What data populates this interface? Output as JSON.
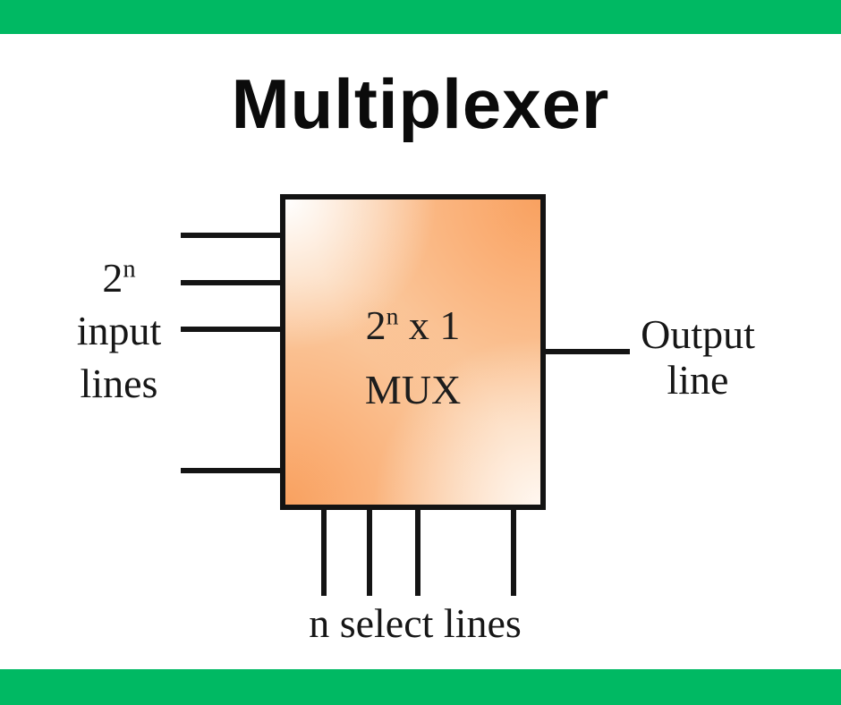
{
  "colors": {
    "accent_green": "#00b963",
    "box_orange": "#f9a160",
    "box_peach": "#fbcfa8",
    "line_black": "#141414"
  },
  "title": "Multiplexer",
  "mux_box": {
    "label": {
      "base": "2",
      "sup": "n",
      "rest": " x 1",
      "line2": "MUX"
    }
  },
  "input_label": {
    "line1_base": "2",
    "line1_sup": "n",
    "line2": "input",
    "line3": "lines"
  },
  "output_label": {
    "line1": "Output",
    "line2": "line"
  },
  "select_label": "n select lines",
  "lines": {
    "input_count": 4,
    "select_count": 4,
    "output_count": 1
  }
}
